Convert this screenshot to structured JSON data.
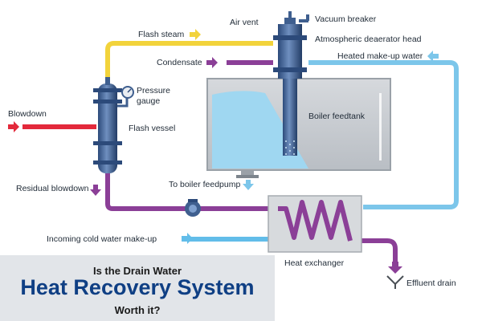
{
  "diagram": {
    "labels": {
      "air_vent": "Air vent",
      "vacuum_breaker": "Vacuum breaker",
      "atmospheric_deaerator_head": "Atmospheric deaerator head",
      "flash_steam": "Flash steam",
      "condensate": "Condensate",
      "heated_make_up_water": "Heated make-up water",
      "pressure_gauge_line1": "Pressure",
      "pressure_gauge_line2": "gauge",
      "blowdown": "Blowdown",
      "flash_vessel": "Flash vessel",
      "boiler_feedtank": "Boiler feedtank",
      "residual_blowdown": "Residual blowdown",
      "to_boiler_feedpump": "To boiler feedpump",
      "incoming_cold_water": "Incoming cold water make-up",
      "heat_exchanger": "Heat exchanger",
      "effluent_drain": "Effluent drain"
    },
    "colors": {
      "steam": "#f2d33b",
      "condensate": "#8b3f97",
      "hot_water": "#7cc6ea",
      "cold_water": "#62bde9",
      "blowdown": "#e3293b",
      "vessel": "#3f5f8f",
      "tank": "#c8cdd2"
    }
  },
  "banner": {
    "line1": "Is the Drain Water",
    "line2": "Heat Recovery System",
    "line3": "Worth it?"
  }
}
